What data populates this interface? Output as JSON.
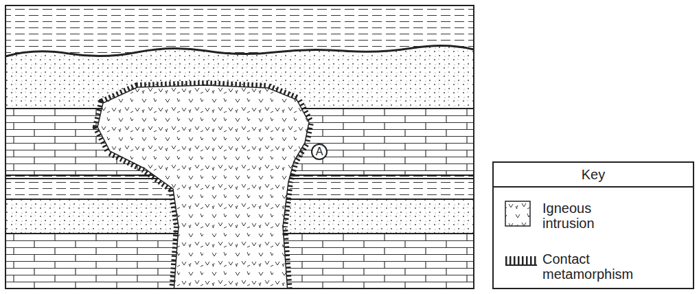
{
  "diagram": {
    "nodes": [
      {
        "text": [
          "A"
        ]
      }
    ],
    "labels": [
      "Key"
    ],
    "legend": [
      {
        "text": "Igneous intrusion"
      },
      {
        "text": "Contact metamorphism"
      }
    ]
  }
}
